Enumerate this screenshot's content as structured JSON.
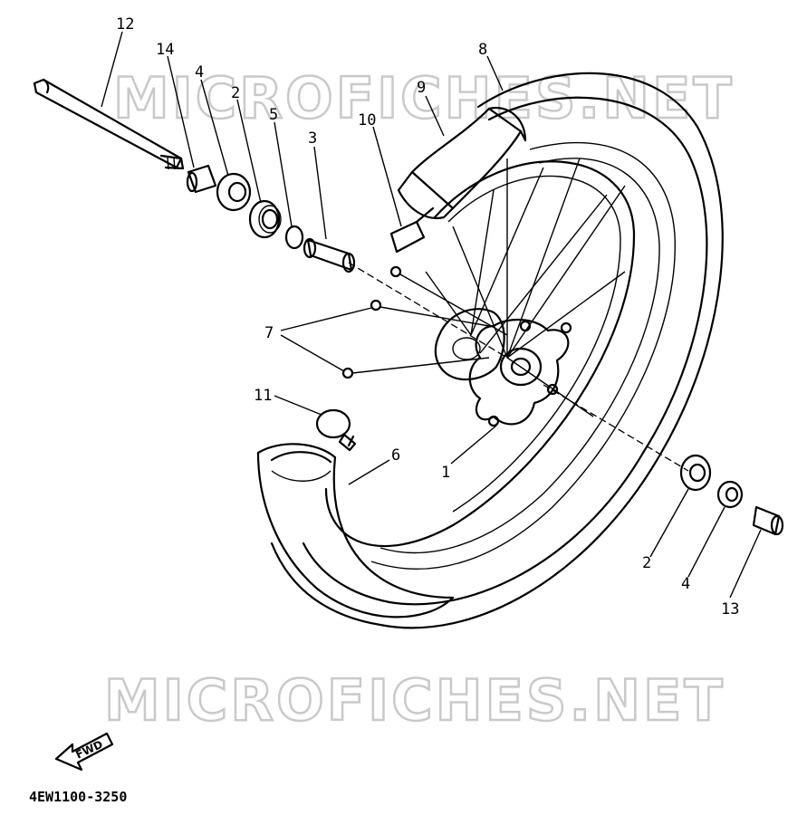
{
  "watermark": "MICROFICHES.NET",
  "diagram_code": "4EW1100-3250",
  "fwd_label": "FWD",
  "callouts": {
    "c1": "1",
    "c2a": "2",
    "c2b": "2",
    "c3": "3",
    "c4a": "4",
    "c4b": "4",
    "c5": "5",
    "c6": "6",
    "c7": "7",
    "c8": "8",
    "c9": "9",
    "c10": "10",
    "c11": "11",
    "c12": "12",
    "c13": "13",
    "c14": "14"
  }
}
